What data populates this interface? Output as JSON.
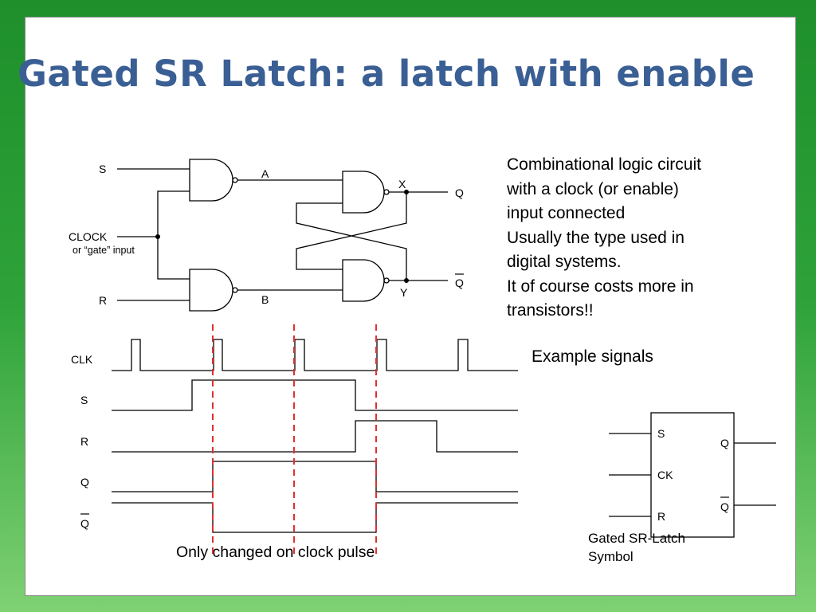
{
  "title": "Gated SR Latch: a latch with enable",
  "description": [
    "Combinational logic circuit",
    "with a clock (or enable)",
    "input connected",
    "Usually the type used in",
    "digital  systems.",
    "It of course costs  more in",
    "transistors!!"
  ],
  "circuit": {
    "s_label": "S",
    "r_label": "R",
    "clock_label": "CLOCK",
    "gate_input_label": "or “gate” input",
    "node_a": "A",
    "node_b": "B",
    "node_x": "X",
    "node_y": "Y",
    "q_label": "Q",
    "qbar_label": "Q"
  },
  "timing": {
    "clk_label": "CLK",
    "s_label": "S",
    "r_label": "R",
    "q_label": "Q",
    "qbar_label": "Q",
    "caption": "Only changed on clock pulse"
  },
  "example_label": "Example signals",
  "symbol": {
    "s": "S",
    "ck": "CK",
    "r": "R",
    "q": "Q",
    "qbar": "Q",
    "caption_line1": "Gated SR-Latch",
    "caption_line2": "Symbol"
  }
}
